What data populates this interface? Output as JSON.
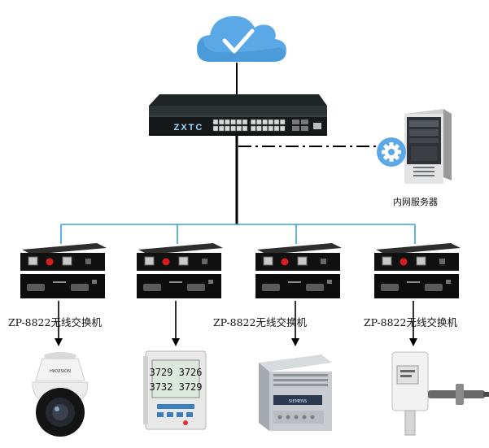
{
  "switch": {
    "brand": "ZXTC"
  },
  "server": {
    "label": "内网服务器"
  },
  "converters": [
    {
      "label": "ZP-8822无线交换机"
    },
    {
      "label": "ZP-8822无线交换机"
    },
    {
      "label": "ZP-8822无线交换机"
    }
  ],
  "meter": {
    "line1": "3729 3726",
    "line2": "3732 3729"
  },
  "camera": {
    "brand": "HIKVISION"
  },
  "psu": {
    "brand": "SIEMENS"
  },
  "colors": {
    "cloud": "#5aa9e6",
    "bus": "#3aa0d8",
    "link": "#000000"
  },
  "icons": [
    "cloud-check-icon",
    "gear-icon"
  ]
}
